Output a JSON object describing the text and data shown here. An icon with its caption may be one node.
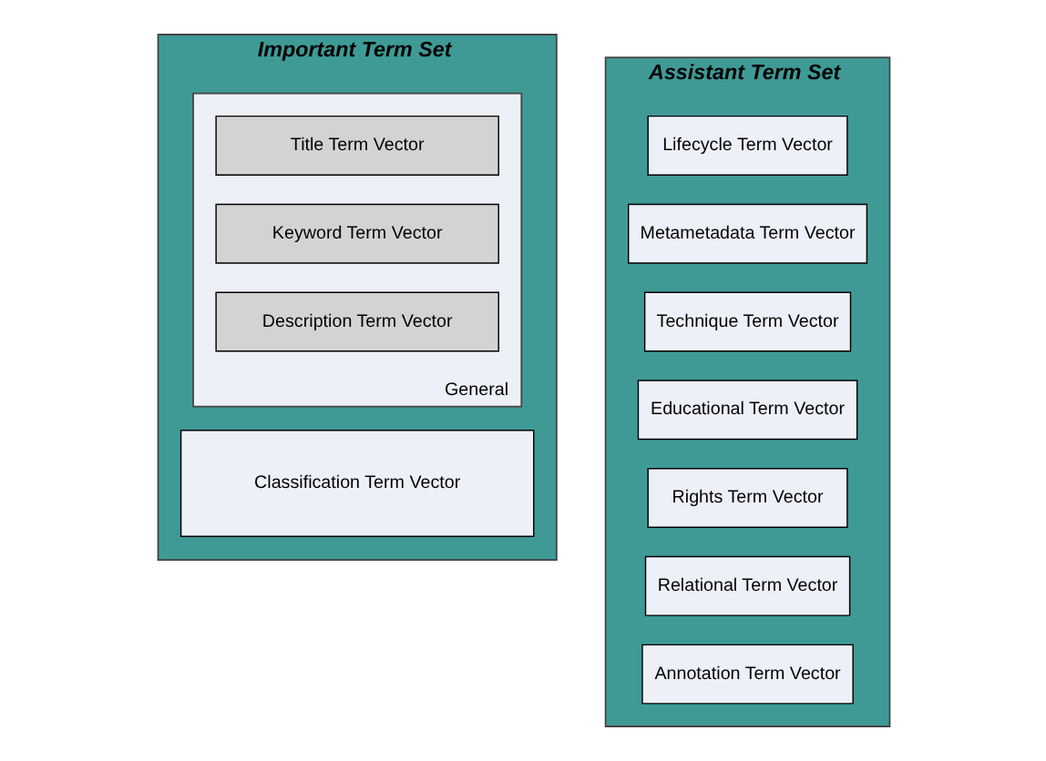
{
  "diagram": {
    "nodes": [
      {
        "text": [
          "Important Term Set"
        ]
      },
      {
        "text": [
          "General"
        ],
        "in": 0
      },
      {
        "text": [
          "Title Term Vector"
        ],
        "in": 1
      },
      {
        "text": [
          "Keyword Term Vector"
        ],
        "in": 1
      },
      {
        "text": [
          "Description Term Vector"
        ],
        "in": 1
      },
      {
        "text": [
          "Classification Term Vector"
        ],
        "in": 0
      },
      {
        "text": [
          "Assistant Term Set"
        ]
      },
      {
        "text": [
          "Lifecycle Term Vector"
        ],
        "in": 6
      },
      {
        "text": [
          "Metametadata Term Vector"
        ],
        "in": 6
      },
      {
        "text": [
          "Technique Term Vector"
        ],
        "in": 6
      },
      {
        "text": [
          "Educational Term Vector"
        ],
        "in": 6
      },
      {
        "text": [
          "Rights Term Vector"
        ],
        "in": 6
      },
      {
        "text": [
          "Relational Term Vector"
        ],
        "in": 6
      },
      {
        "text": [
          "Annotation Term Vector"
        ],
        "in": 6
      }
    ],
    "edges": []
  }
}
